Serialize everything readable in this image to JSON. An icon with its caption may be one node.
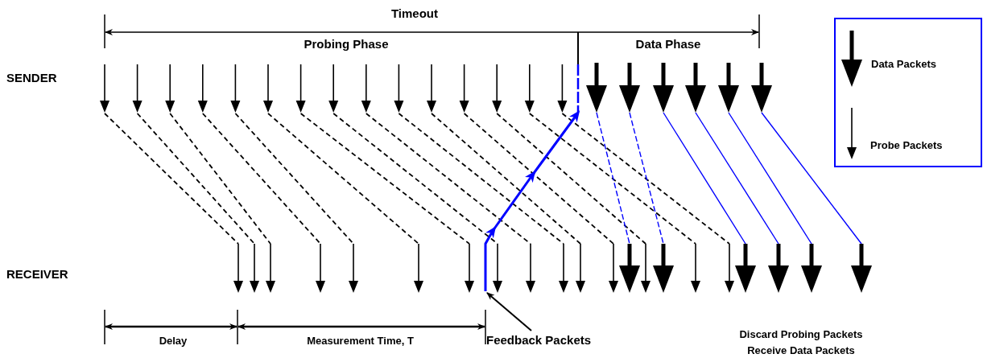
{
  "diagram": {
    "nodes": [
      {
        "text": [
          "Feedback Packets"
        ]
      },
      {
        "text": [],
        "shape": "line"
      }
    ],
    "edges": [
      {
        "from": 0,
        "to": 1,
        "arrow": "to"
      }
    ],
    "labels": [
      "Timeout",
      "Probing Phase",
      "Data Phase",
      "SENDER",
      "RECEIVER",
      "Delay",
      "Measurement Time, T",
      "Discard Probing Packets",
      "Receive Data Packets"
    ],
    "legend": [
      {
        "text": "Data Packets"
      },
      {
        "text": "Probe Packets"
      }
    ]
  }
}
